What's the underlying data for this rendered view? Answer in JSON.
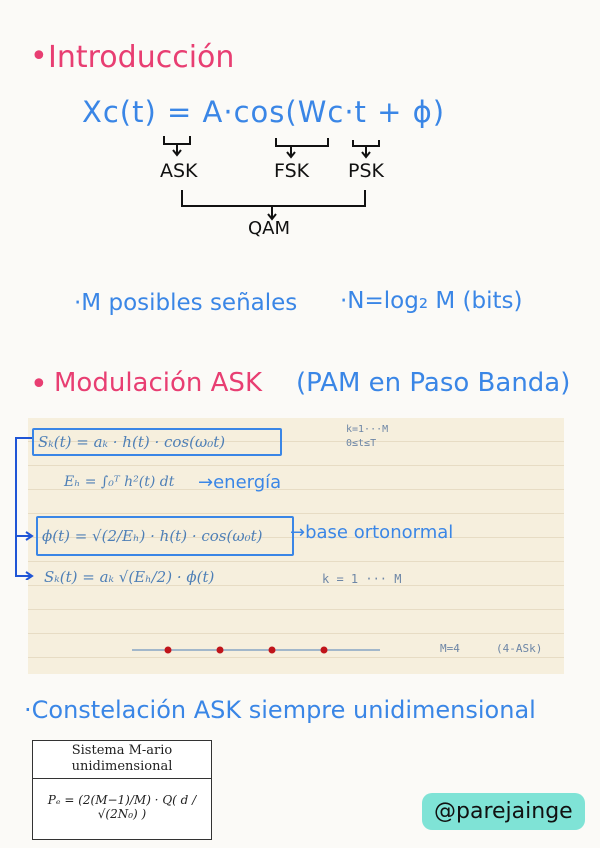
{
  "sections": {
    "intro_title": "Introducción",
    "modulation_title": "Modulación ASK",
    "modulation_subtitle": "(PAM en Paso Banda)",
    "constellation_text": "Constelación ASK siempre unidimensional"
  },
  "equation": {
    "main": "Xc(t) = A·cos(Wc·t + ϕ)",
    "label_ask": "ASK",
    "label_fsk": "FSK",
    "label_psk": "PSK",
    "label_qam": "QAM"
  },
  "notes": {
    "m_signals": "·M posibles señales",
    "n_bits": "·N=log₂ M (bits)"
  },
  "paper": {
    "eq1": "Sₖ(t) = aₖ · h(t) · cos(ω₀t)",
    "cond1": "k=1···M",
    "cond2": "0≤t≤T",
    "energy_eq": "Eₕ = ∫₀ᵀ h²(t) dt",
    "energy_label": "→energía",
    "basis_eq": "ϕ(t) = √(2/Eₕ) · h(t) · cos(ω₀t)",
    "basis_label": "→base ortonormal",
    "eq3": "Sₖ(t) = aₖ √(Eₕ/2) · ϕ(t)",
    "k_range": "k = 1 ··· M",
    "m4": "M=4",
    "ask4": "(4-ASk)",
    "constellation_points": [
      0,
      1,
      2,
      3
    ]
  },
  "formula_card": {
    "title_line1": "Sistema M-ario",
    "title_line2": "unidimensional",
    "formula": "Pₑ = (2(M−1)/M) · Q( d / √(2N₀) )"
  },
  "handle": "@parejainge",
  "colors": {
    "pink": "#e83e72",
    "blue": "#3a86e6",
    "dot": "#c0141a"
  }
}
